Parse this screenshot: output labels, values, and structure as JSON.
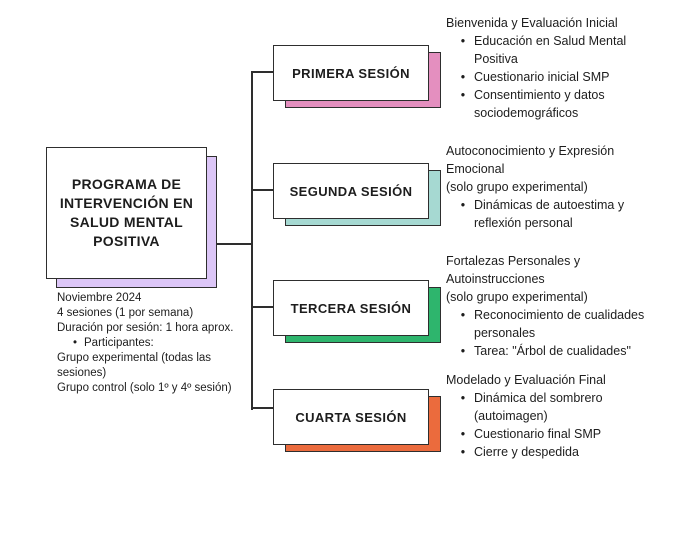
{
  "ui": {
    "bullet_char": "•",
    "line_color": "#2e2e2e",
    "text_color": "#1d1d1d",
    "background_color": "#ffffff"
  },
  "main": {
    "title": "PROGRAMA DE\nINTERVENCIÓN EN\nSALUD MENTAL\nPOSITIVA",
    "shadow_color": "#dcc6f7",
    "notes_top": "Noviembre 2024\n4 sesiones (1 por semana)\nDuración por sesión: 1 hora aprox.",
    "participants_label": "Participantes:",
    "notes_bottom": "Grupo experimental (todas las\nsesiones)\nGrupo control (solo 1º y 4º sesión)"
  },
  "sessions": [
    {
      "label": "PRIMERA SESIÓN",
      "shadow_color": "#e48fbf",
      "heading": "Bienvenida y Evaluación Inicial",
      "bullets": [
        "Educación en Salud Mental\nPositiva",
        "Cuestionario inicial SMP",
        "Consentimiento y datos\nsociodemográficos"
      ]
    },
    {
      "label": "SEGUNDA SESIÓN",
      "shadow_color": "#a6d9d2",
      "heading": "Autoconocimiento y Expresión\nEmocional\n(solo grupo experimental)",
      "bullets": [
        "Dinámicas de autoestima y\nreflexión personal"
      ]
    },
    {
      "label": "TERCERA SESIÓN",
      "shadow_color": "#2eb56d",
      "heading": "Fortalezas Personales y\nAutoinstrucciones\n(solo grupo experimental)",
      "bullets": [
        "Reconocimiento de cualidades\npersonales",
        "Tarea: \"Árbol de cualidades\""
      ]
    },
    {
      "label": "CUARTA SESIÓN",
      "shadow_color": "#eb6b3d",
      "heading": "Modelado y Evaluación Final",
      "bullets": [
        "Dinámica del sombrero\n(autoimagen)",
        "Cuestionario final SMP",
        "Cierre y despedida"
      ]
    }
  ]
}
